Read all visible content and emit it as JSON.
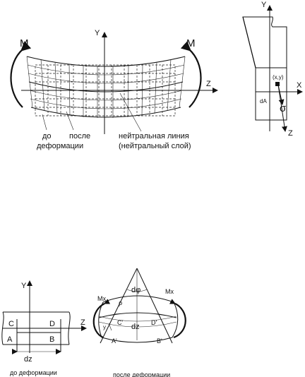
{
  "top_left": {
    "moment_left": "M",
    "moment_right": "M",
    "axis_y": "Y",
    "axis_z": "Z",
    "label_before_1": "до",
    "label_before_2": "деформации",
    "label_after": "после",
    "neutral_line": "нейтральная линия",
    "neutral_layer": "(нейтральный слой)"
  },
  "top_right": {
    "axis_y": "Y",
    "axis_x": "X",
    "axis_z": "Z",
    "point": "(x,y)",
    "area": "dA",
    "stress": "σ"
  },
  "bottom_left": {
    "axis_y": "Y",
    "axis_z": "Z",
    "pt_c": "C",
    "pt_d": "D",
    "pt_a": "A",
    "pt_b": "B",
    "length": "dz",
    "caption": "до деформации"
  },
  "bottom_right": {
    "moment_left": "Mx",
    "moment_right": "Mx",
    "angle": "dφ",
    "radius": "ρ",
    "offset": "y",
    "pt_c": "C'",
    "pt_d": "D'",
    "pt_a": "A'",
    "pt_b": "B'",
    "length": "dz",
    "caption": "после деформации"
  }
}
